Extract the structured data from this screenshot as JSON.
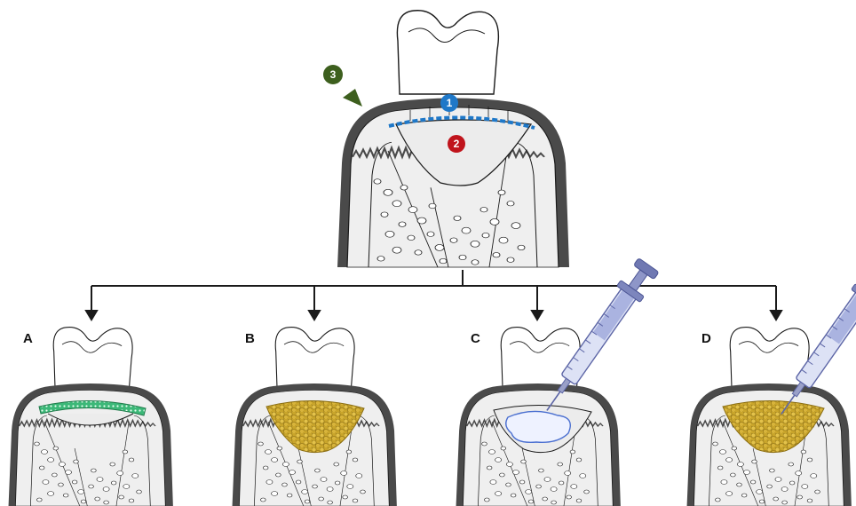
{
  "labels": {
    "badge1": "1",
    "badge2": "2",
    "badge3": "3",
    "panelA": "A",
    "panelB": "B",
    "panelC": "C",
    "panelD": "D"
  },
  "colors": {
    "outline": "#1a1a1a",
    "gum": "#4a4a4a",
    "socket_fill": "#efefef",
    "badge1": "#1f78c8",
    "badge2": "#c0141c",
    "badge3": "#3d5f1e",
    "dashed_membrane": "#1f78c8",
    "membrane_A": "#3cb878",
    "graft": "#c9a52b",
    "graft_edge": "#8a6d12",
    "gel_outline": "#4a6fd0",
    "syringe": "#8e96c8"
  },
  "panels": [
    {
      "id": "A",
      "variant": "membrane"
    },
    {
      "id": "B",
      "variant": "graft"
    },
    {
      "id": "C",
      "variant": "gel-syringe"
    },
    {
      "id": "D",
      "variant": "graft-syringe"
    }
  ]
}
